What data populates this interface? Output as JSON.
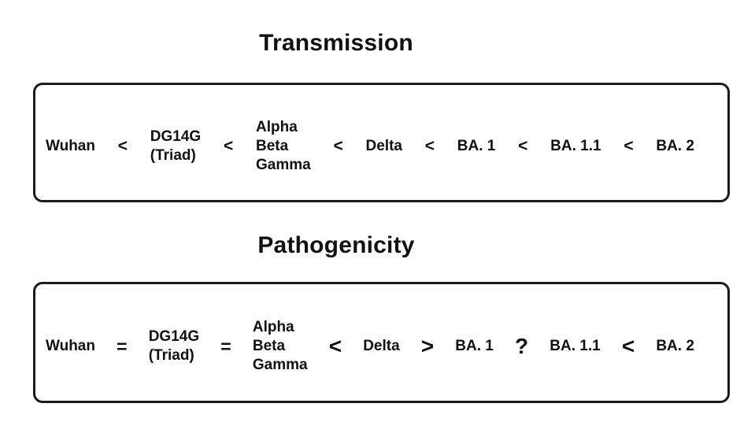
{
  "figure": {
    "colors": {
      "text": "#111111",
      "border": "#1b1b1b",
      "background": "#ffffff"
    },
    "sections": [
      {
        "title": "Transmission",
        "items": [
          {
            "kind": "variant",
            "label": "Wuhan"
          },
          {
            "kind": "operator",
            "label": "<"
          },
          {
            "kind": "variant",
            "label": "DG14G\n(Triad)"
          },
          {
            "kind": "operator",
            "label": "<"
          },
          {
            "kind": "variant",
            "label": "Alpha\nBeta\nGamma"
          },
          {
            "kind": "operator",
            "label": "<"
          },
          {
            "kind": "variant",
            "label": "Delta"
          },
          {
            "kind": "operator",
            "label": "<"
          },
          {
            "kind": "variant",
            "label": "BA. 1"
          },
          {
            "kind": "operator",
            "label": "<"
          },
          {
            "kind": "variant",
            "label": "BA. 1.1"
          },
          {
            "kind": "operator",
            "label": "<"
          },
          {
            "kind": "variant",
            "label": "BA. 2"
          }
        ]
      },
      {
        "title": "Pathogenicity",
        "items": [
          {
            "kind": "variant",
            "label": "Wuhan"
          },
          {
            "kind": "operator",
            "label": "="
          },
          {
            "kind": "variant",
            "label": "DG14G\n(Triad)"
          },
          {
            "kind": "operator",
            "label": "="
          },
          {
            "kind": "variant",
            "label": "Alpha\nBeta\nGamma"
          },
          {
            "kind": "operator",
            "label": "<"
          },
          {
            "kind": "variant",
            "label": "Delta"
          },
          {
            "kind": "operator",
            "label": ">"
          },
          {
            "kind": "variant",
            "label": "BA. 1"
          },
          {
            "kind": "operator",
            "label": "?"
          },
          {
            "kind": "variant",
            "label": "BA. 1.1"
          },
          {
            "kind": "operator",
            "label": "<"
          },
          {
            "kind": "variant",
            "label": "BA. 2"
          }
        ]
      }
    ]
  }
}
